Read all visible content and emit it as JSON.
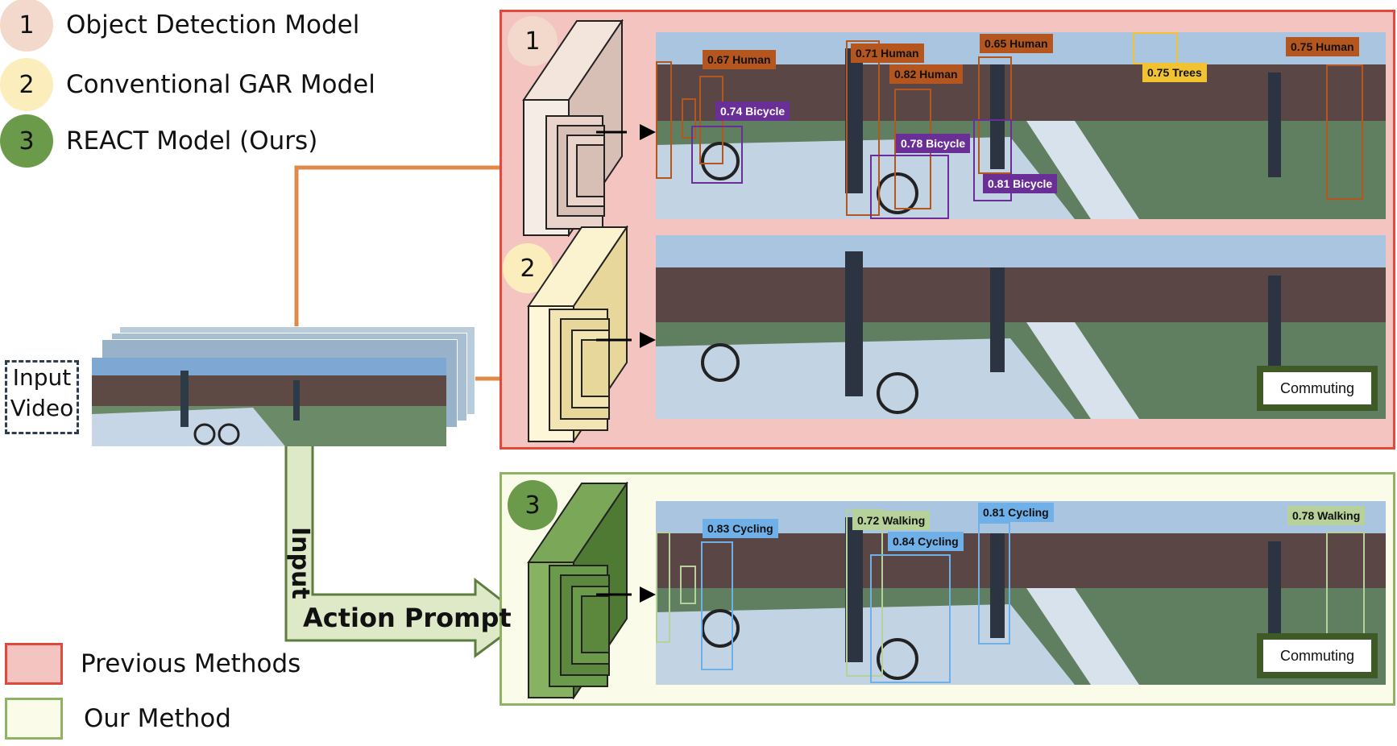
{
  "legend": {
    "items": [
      {
        "number": "1",
        "label": "Object Detection Model",
        "color": "#f3d9cc"
      },
      {
        "number": "2",
        "label": "Conventional GAR Model",
        "color": "#fbeebc"
      },
      {
        "number": "3",
        "label": "REACT Model (Ours)",
        "color": "#6b9a4a"
      }
    ],
    "previous": {
      "label": "Previous Methods",
      "fill": "#f4c4c1",
      "border": "#e0493c"
    },
    "ours": {
      "label": "Our Method",
      "fill": "#fbfbea",
      "border": "#8fb365"
    }
  },
  "input": {
    "label_line1": "Input",
    "label_line2": "Video"
  },
  "prompt": {
    "vertical": "Input",
    "horizontal": "Action Prompt"
  },
  "panels": {
    "detection": {
      "number": "1",
      "labels": [
        {
          "text": "0.67 Human",
          "color": "#b5561f"
        },
        {
          "text": "0.74 Bicycle",
          "color": "#6a2e97"
        },
        {
          "text": "0.71 Human",
          "color": "#b5561f"
        },
        {
          "text": "0.82 Human",
          "color": "#b5561f"
        },
        {
          "text": "0.78 Bicycle",
          "color": "#6a2e97"
        },
        {
          "text": "0.65 Human",
          "color": "#b5561f"
        },
        {
          "text": "0.81 Bicycle",
          "color": "#6a2e97"
        },
        {
          "text": "0.75 Trees",
          "color": "#f1c232"
        },
        {
          "text": "0.75 Human",
          "color": "#b5561f"
        }
      ]
    },
    "gar": {
      "number": "2",
      "result": "Commuting"
    },
    "react": {
      "number": "3",
      "result": "Commuting",
      "labels": [
        {
          "text": "0.83 Cycling",
          "color": "#6fb0e8"
        },
        {
          "text": "0.72 Walking",
          "color": "#b7d19a"
        },
        {
          "text": "0.84 Cycling",
          "color": "#6fb0e8"
        },
        {
          "text": "0.81 Cycling",
          "color": "#6fb0e8"
        },
        {
          "text": "0.78 Walking",
          "color": "#b7d19a"
        }
      ]
    }
  }
}
